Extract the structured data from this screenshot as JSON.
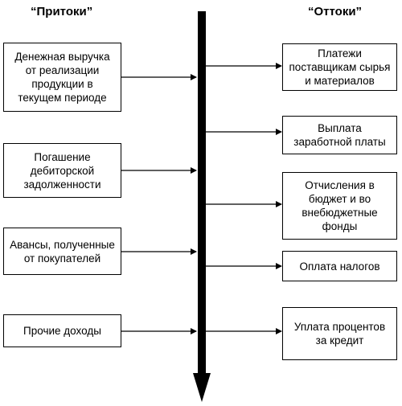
{
  "headings": {
    "inflows": "“Притоки”",
    "outflows": "“Оттоки”"
  },
  "inflows": [
    {
      "label": "Денежная выручка\nот реализации\nпродукции в\nтекущем периоде"
    },
    {
      "label": "Погашение\nдебиторской\nзадолженности"
    },
    {
      "label": "Авансы, полученные\nот покупателей"
    },
    {
      "label": "Прочие доходы"
    }
  ],
  "outflows": [
    {
      "label": "Платежи\nпоставщикам сырья\nи материалов"
    },
    {
      "label": "Выплата\nзаработной платы"
    },
    {
      "label": "Отчисления в\nбюджет и во\nвнебюджетные\nфонды"
    },
    {
      "label": "Оплата налогов"
    },
    {
      "label": "Уплата процентов\nза кредит"
    }
  ]
}
